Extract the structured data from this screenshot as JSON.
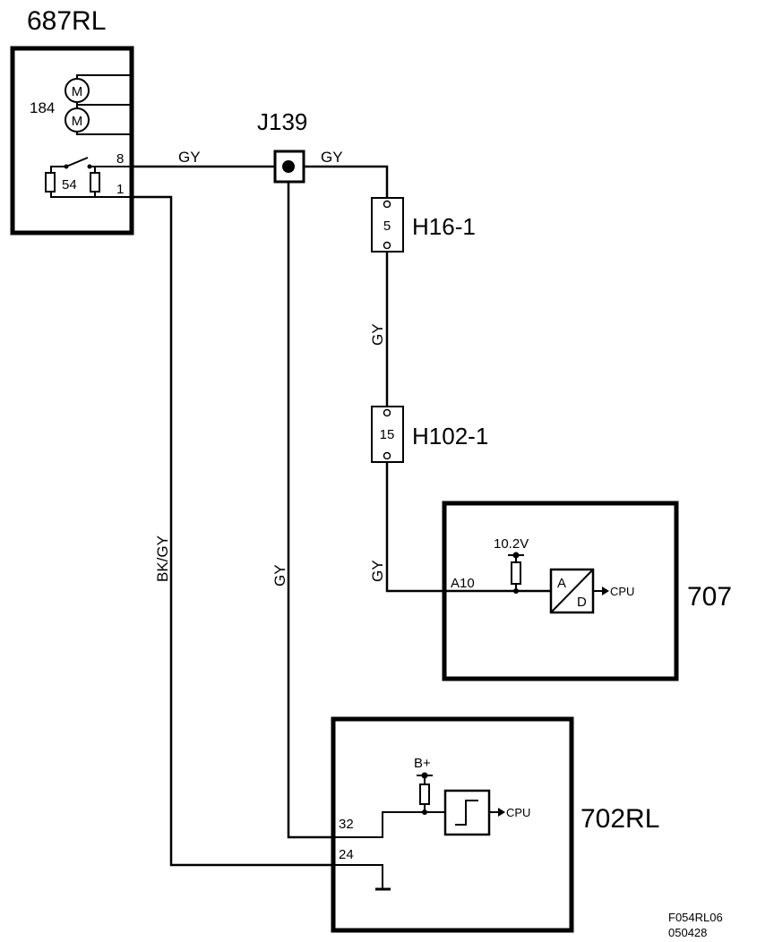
{
  "components": {
    "c687": {
      "label": "687RL",
      "motor_ref": "184",
      "motor_symbol": "M",
      "switch_ref": "54",
      "pin_a": "8",
      "pin_b": "1"
    },
    "j139": {
      "label": "J139"
    },
    "h16": {
      "label": "H16-1",
      "pin": "5"
    },
    "h102": {
      "label": "H102-1",
      "pin": "15"
    },
    "c707": {
      "label": "707",
      "voltage": "10.2V",
      "pin": "A10",
      "adc_a": "A",
      "adc_d": "D",
      "output": "CPU"
    },
    "c702": {
      "label": "702RL",
      "supply": "B+",
      "pin_a": "32",
      "pin_b": "24",
      "output": "CPU"
    }
  },
  "wires": {
    "gy_left": "GY",
    "gy_right": "GY",
    "gy_h_mid": "GY",
    "gy_h_low": "GY",
    "gy_j_down": "GY",
    "bkgy": "BK/GY"
  },
  "footer": {
    "code": "F054RL06",
    "date": "050428"
  }
}
